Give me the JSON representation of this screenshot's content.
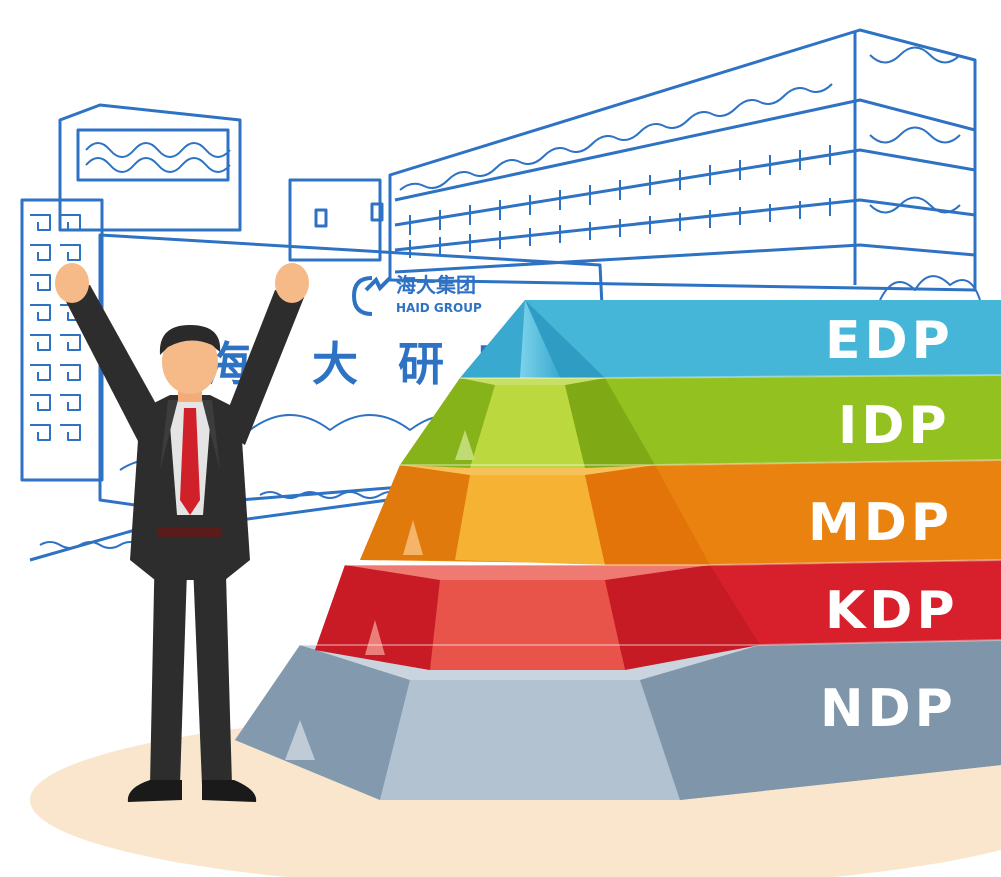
{
  "building": {
    "logo_cn": "海大集团",
    "logo_en": "HAID GROUP",
    "sign_chars": [
      "海",
      "大",
      "研",
      "究"
    ]
  },
  "pyramid": {
    "levels": [
      {
        "label": "EDP",
        "color": "#45b6d8"
      },
      {
        "label": "IDP",
        "color": "#93c11f"
      },
      {
        "label": "MDP",
        "color": "#e9820e"
      },
      {
        "label": "KDP",
        "color": "#d7202b"
      },
      {
        "label": "NDP",
        "color": "#8ea4b7"
      }
    ]
  },
  "colors": {
    "line_art": "#2e72c4",
    "ground": "#f9e6cc",
    "suit": "#2d2d2d",
    "tie": "#d0202a",
    "skin": "#f6b988"
  }
}
